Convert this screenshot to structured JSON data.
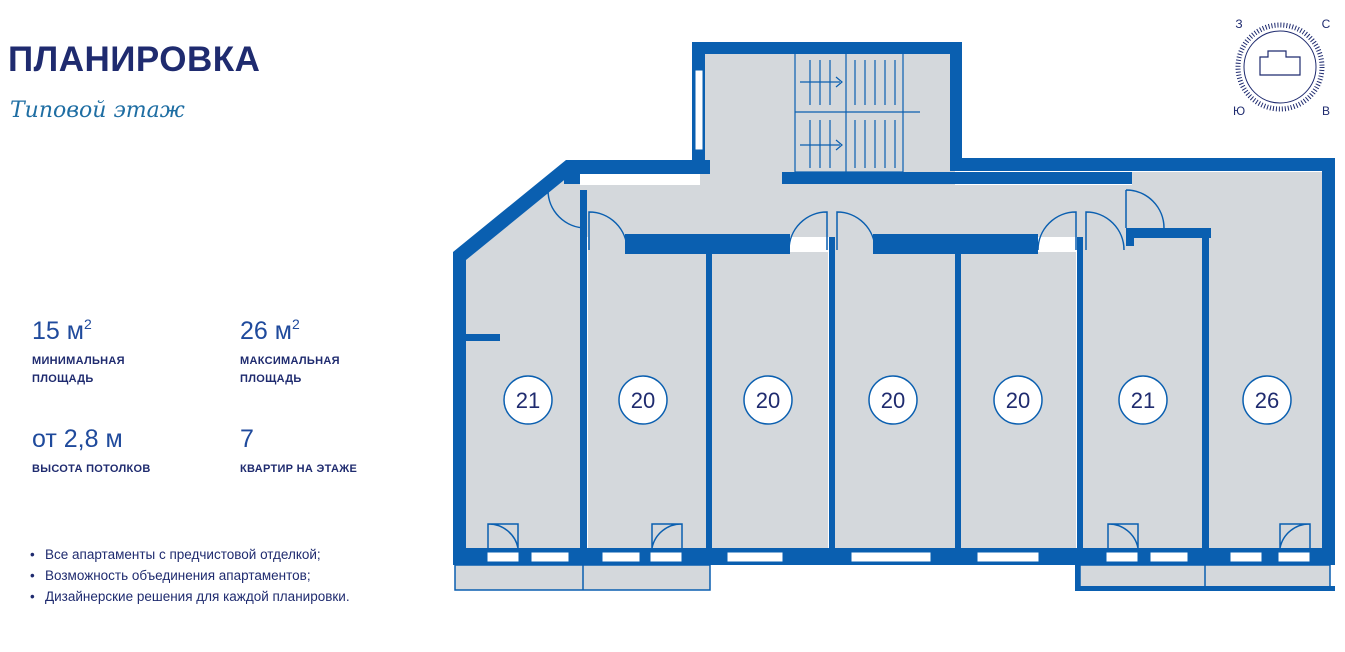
{
  "header": {
    "title": "ПЛАНИРОВКА",
    "subtitle": "Типовой этаж"
  },
  "stats": [
    {
      "value": "15 м",
      "sup": "2",
      "label_line1": "минимальная",
      "label_line2": "площадь"
    },
    {
      "value": "26 м",
      "sup": "2",
      "label_line1": "максимальная",
      "label_line2": "площадь"
    },
    {
      "value": "от 2,8 м",
      "sup": "",
      "label_line1": "высота потолков",
      "label_line2": ""
    },
    {
      "value": "7",
      "sup": "",
      "label_line1": "квартир на этаже",
      "label_line2": ""
    }
  ],
  "features": [
    "Все апартаменты с предчистовой отделкой;",
    "Возможность объединения апартаментов;",
    "Дизайнерские решения для каждой планировки."
  ],
  "compass": {
    "north": "С",
    "east": "В",
    "south": "Ю",
    "west": "З"
  },
  "apartments": [
    {
      "area": "21"
    },
    {
      "area": "20"
    },
    {
      "area": "20"
    },
    {
      "area": "20"
    },
    {
      "area": "20"
    },
    {
      "area": "21"
    },
    {
      "area": "26"
    }
  ],
  "colors": {
    "wall": "#0a5fb0",
    "floor": "#d4d8dc",
    "text": "#1f2b6f",
    "accent": "#1f6ea3"
  }
}
